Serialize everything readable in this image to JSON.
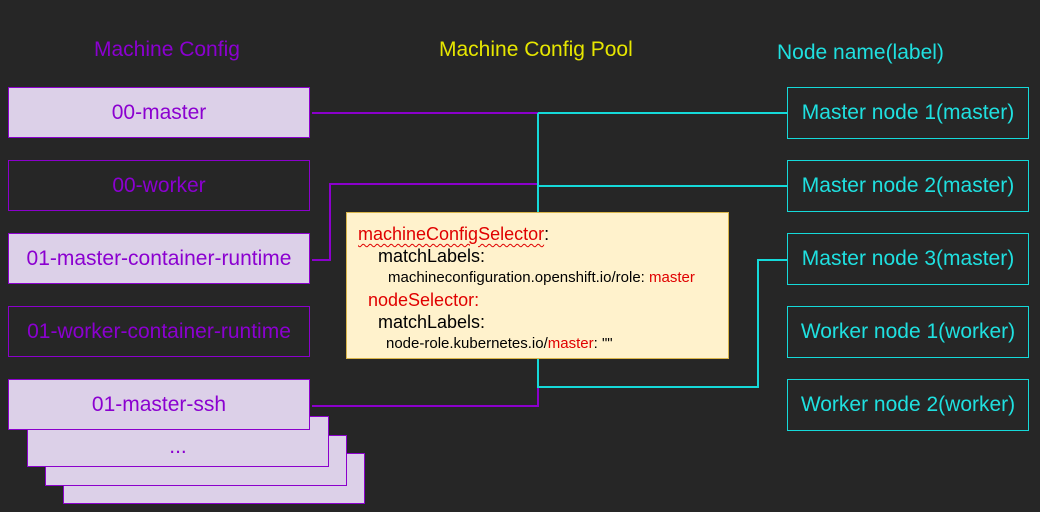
{
  "headers": {
    "machine_config": "Machine Config",
    "machine_config_pool": "Machine Config Pool",
    "node_name": "Node name(label)"
  },
  "machine_configs": [
    "00-master",
    "00-worker",
    "01-master-container-runtime",
    "01-worker-container-runtime",
    "01-master-ssh"
  ],
  "more_indicator": "...",
  "pool": {
    "selector_key": "machineConfigSelector",
    "colon": ":",
    "match_labels_1": "matchLabels:",
    "label_key_1": "machineconfiguration.openshift.io/role: ",
    "label_value_1": "master",
    "node_selector": "nodeSelector:",
    "match_labels_2": "matchLabels:",
    "label_key_2_prefix": "node-role.kubernetes.io/",
    "label_key_2_role": "master",
    "label_value_2": ": \"\""
  },
  "nodes": [
    "Master node 1(master)",
    "Master node 2(master)",
    "Master node 3(master)",
    "Worker node 1(worker)",
    "Worker node 2(worker)"
  ],
  "colors": {
    "background": "#262626",
    "machine_config": "#8b00d0",
    "machine_config_fill": "#dcd0e8",
    "pool_header": "#e6e600",
    "node": "#1fe0e0",
    "pool_fill": "#fff2cc",
    "highlight": "#e00000"
  }
}
